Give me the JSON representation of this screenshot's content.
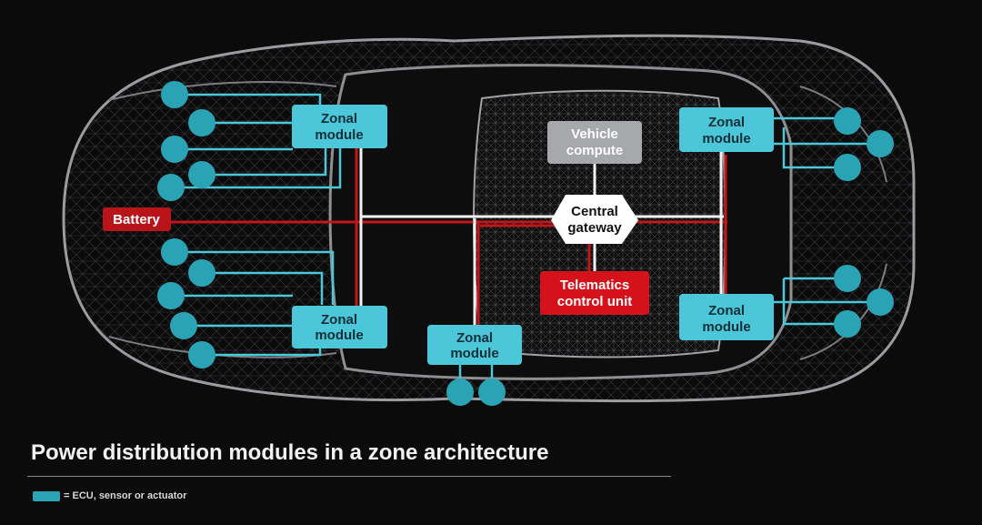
{
  "diagram": {
    "title": "Power distribution modules in a zone architecture",
    "legend": {
      "text": "= ECU, sensor or actuator"
    },
    "labels": {
      "battery": "Battery",
      "zonal_line1": "Zonal",
      "zonal_line2": "module",
      "vehicle_compute_line1": "Vehicle",
      "vehicle_compute_line2": "compute",
      "central_gateway_line1": "Central",
      "central_gateway_line2": "gateway",
      "telematics_line1": "Telematics",
      "telematics_line2": "control unit"
    },
    "colors": {
      "zonal": "#4cc6d9",
      "ecu": "#2aa3b5",
      "power_line": "#c0161c",
      "data_line": "#f2f2f2",
      "battery": "#b8141a",
      "vehicle_compute": "#a6a8ab",
      "telematics": "#d5121b",
      "gateway": "#ffffff"
    }
  }
}
